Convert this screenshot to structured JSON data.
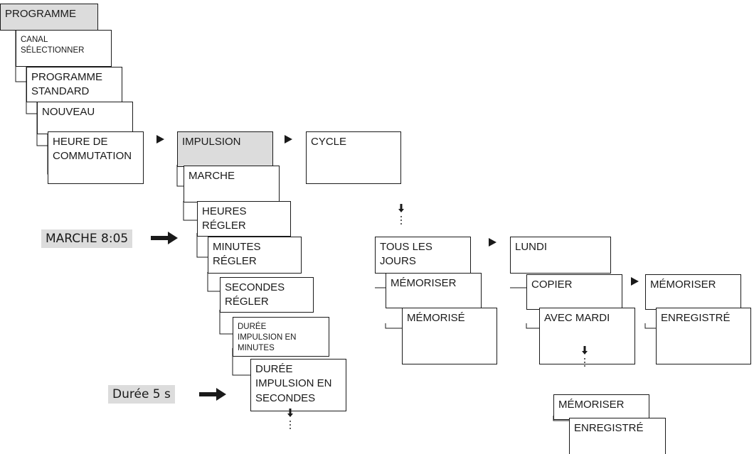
{
  "boxes": {
    "programme": "PROGRAMME",
    "canal": "CANAL\nSÉLECTIONNER",
    "standard": "PROGRAMME\nSTANDARD",
    "nouveau": "NOUVEAU",
    "heure": "HEURE DE\nCOMMUTATION",
    "impulsion": "IMPULSION",
    "marche": "MARCHE",
    "heures": "HEURES\nRÉGLER",
    "minutes": "MINUTES\nRÉGLER",
    "secondes": "SECONDES\nRÉGLER",
    "duree_min": "DURÉE\nIMPULSION EN\nMINUTES",
    "duree_sec": "DURÉE\nIMPULSION EN\nSECONDES",
    "cycle": "CYCLE",
    "tous": "TOUS LES\nJOURS",
    "memoriser1": "MÉMORISER",
    "memorise": "MÉMORISÉ",
    "lundi": "LUNDI",
    "copier": "COPIER",
    "avec_mardi": "AVEC MARDI",
    "memoriser2": "MÉMORISER",
    "enregistre1": "ENREGISTRÉ",
    "memoriser3": "MÉMORISER",
    "enregistre2": "ENREGISTRÉ"
  },
  "labels": {
    "marche_time": "MARCHE 8:05",
    "duree": "Durée 5 s"
  }
}
